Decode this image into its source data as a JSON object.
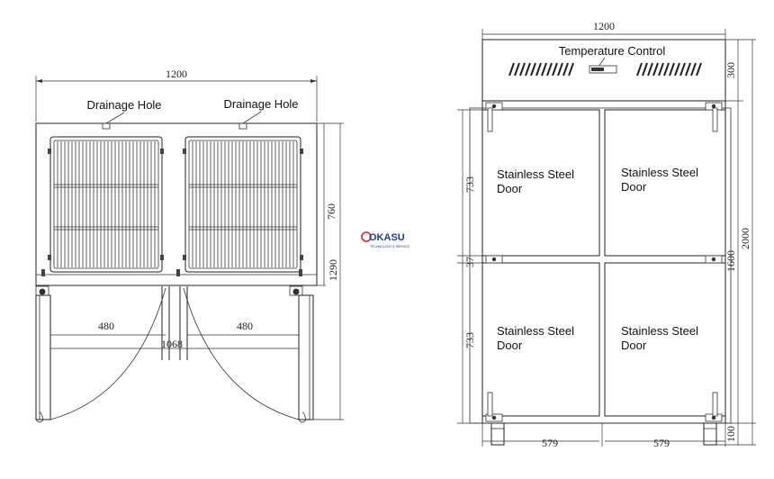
{
  "plan_view": {
    "width_label": "1200",
    "drainage_left": "Drainage Hole",
    "drainage_right": "Drainage Hole",
    "depth_body": "760",
    "depth_total": "1290",
    "door_left": "480",
    "door_right": "480",
    "door_span": "1068"
  },
  "front_view": {
    "width_label": "1200",
    "control_label": "Temperature Control",
    "top_height": "300",
    "upper_door_height": "733",
    "gap_height": "37",
    "lower_door_height": "733",
    "door_section_height": "1600",
    "total_height": "2000",
    "leg_height": "100",
    "door_width_left": "579",
    "door_width_right": "579",
    "doors": [
      "Stainless Steel\nDoor",
      "Stainless Steel\nDoor",
      "Stainless Steel\nDoor",
      "Stainless Steel\nDoor"
    ]
  },
  "logo": {
    "text": "OKASU",
    "tagline": "TECHNOLOGY & SERVICE"
  },
  "colors": {
    "line": "#222222",
    "logo_blue": "#1c3f8f",
    "logo_red": "#d42a2a"
  }
}
